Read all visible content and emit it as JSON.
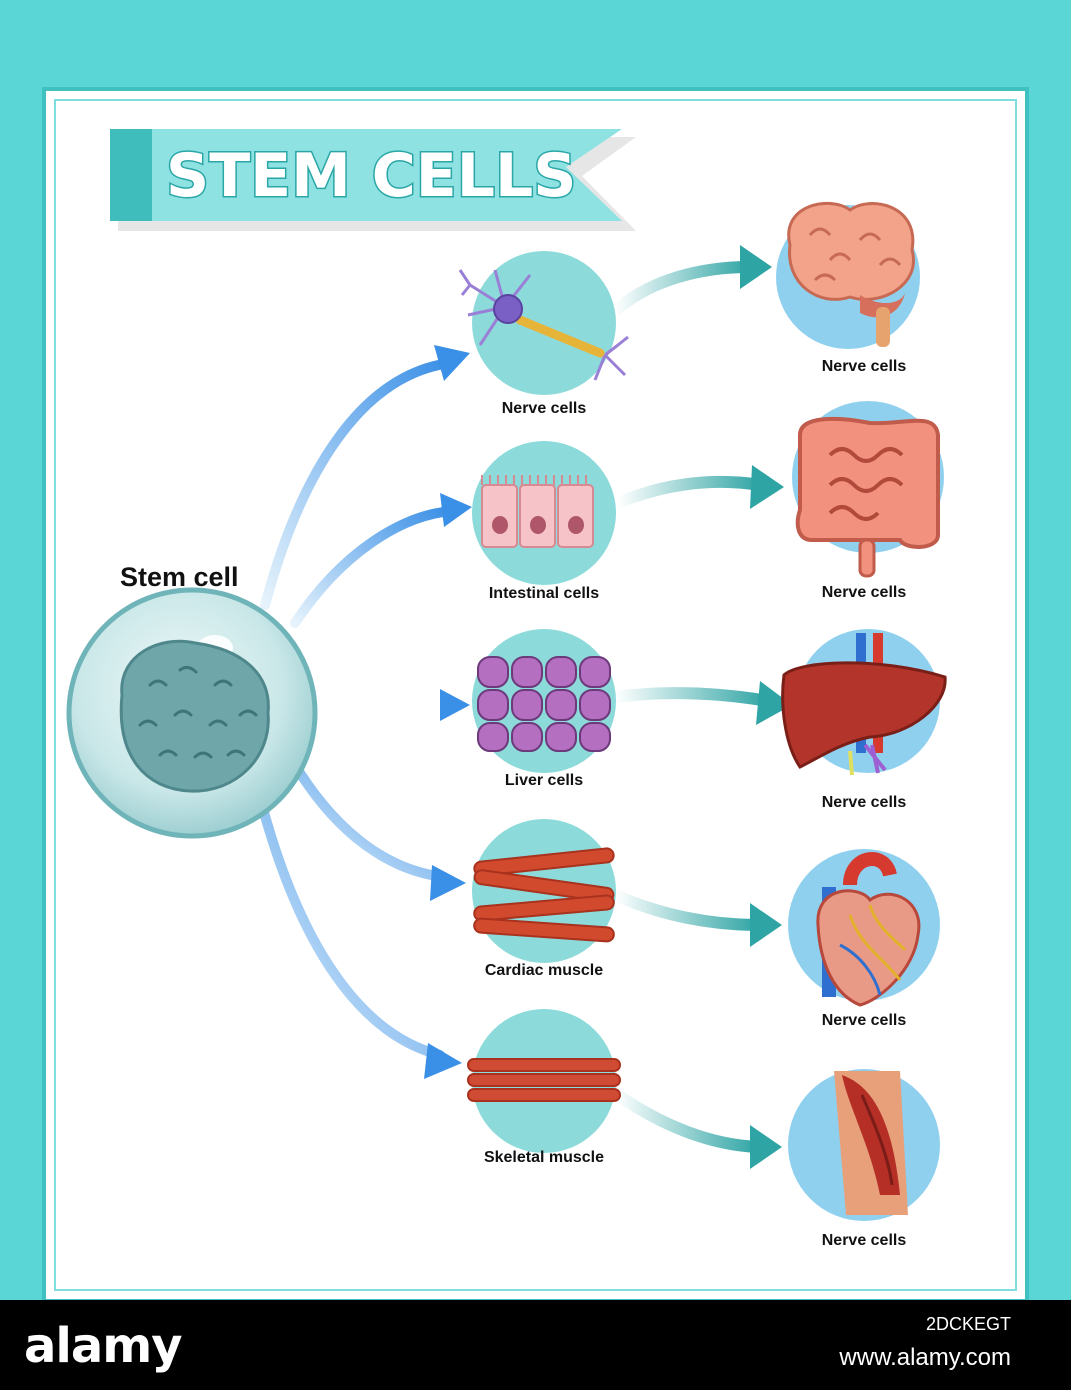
{
  "title": "STEM CELLS",
  "stem_cell_label": "Stem cell",
  "cell_types": [
    {
      "label": "Nerve cells"
    },
    {
      "label": "Intestinal cells"
    },
    {
      "label": "Liver cells"
    },
    {
      "label": "Cardiac muscle"
    },
    {
      "label": "Skeletal muscle"
    }
  ],
  "organs": [
    {
      "label": "Nerve cells",
      "icon": "brain-icon"
    },
    {
      "label": "Nerve cells",
      "icon": "intestine-icon"
    },
    {
      "label": "Nerve cells",
      "icon": "liver-icon"
    },
    {
      "label": "Nerve cells",
      "icon": "heart-icon"
    },
    {
      "label": "Nerve cells",
      "icon": "leg-muscle-icon"
    }
  ],
  "watermark": {
    "brand": "alamy",
    "image_id": "2DCKEGT",
    "site": "www.alamy.com"
  },
  "colors": {
    "frame": "#5bd6d6",
    "circle_light": "#8ddada",
    "organ_circle": "#8fd0ef",
    "arrow_blue": "#4a9ee8",
    "arrow_teal": "#3fa9a9"
  }
}
